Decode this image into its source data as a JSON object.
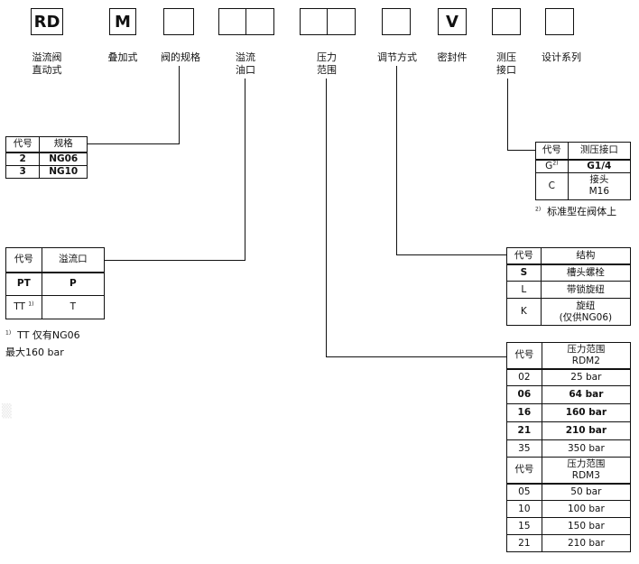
{
  "code_boxes": [
    {
      "text": "RD",
      "label": [
        "溢流阀",
        "直动式"
      ]
    },
    {
      "text": "M",
      "label": [
        "叠加式"
      ]
    },
    {
      "text": "",
      "label": [
        "阀的规格"
      ]
    },
    {
      "text": "",
      "label": [
        "溢流",
        "油口"
      ]
    },
    {
      "text": "",
      "label": [
        "压力",
        "范围"
      ]
    },
    {
      "text": "",
      "label": [
        "调节方式"
      ]
    },
    {
      "text": "V",
      "label": [
        "密封件"
      ]
    },
    {
      "text": "",
      "label": [
        "测压",
        "接口"
      ]
    },
    {
      "text": "",
      "label": [
        "设计系列"
      ]
    }
  ],
  "size_table": {
    "headers": [
      "代号",
      "规格"
    ],
    "rows": [
      [
        "2",
        "NG06"
      ],
      [
        "3",
        "NG10"
      ]
    ]
  },
  "port_table": {
    "headers": [
      "代号",
      "溢流口"
    ],
    "rows": [
      [
        "PT",
        "P"
      ],
      [
        "TT",
        "T"
      ]
    ],
    "row_note_mark": "1)"
  },
  "port_note": {
    "mark": "1)",
    "line1": "TT 仅有NG06",
    "line2": "最大160 bar"
  },
  "gauge_table": {
    "headers": [
      "代号",
      "测压接口"
    ],
    "rows": [
      {
        "code": "G",
        "code_mark": "2)",
        "value": "G1/4"
      },
      {
        "code": "C",
        "code_mark": "",
        "value_lines": [
          "接头",
          "M16"
        ]
      }
    ]
  },
  "gauge_note": {
    "mark": "2)",
    "text": "标准型在阀体上"
  },
  "adjust_table": {
    "headers": [
      "代号",
      "结构"
    ],
    "rows": [
      {
        "code": "S",
        "value": "槽头螺栓",
        "bold": true
      },
      {
        "code": "L",
        "value": "带锁旋纽"
      },
      {
        "code": "K",
        "value_lines": [
          "旋纽",
          "(仅供NG06)"
        ]
      }
    ]
  },
  "pressure_table": {
    "rdm2_header": {
      "code": "代号",
      "title_lines": [
        "压力范围",
        "RDM2"
      ]
    },
    "rdm2_rows": [
      {
        "code": "02",
        "value": "25 bar",
        "bold": false
      },
      {
        "code": "06",
        "value": "64 bar",
        "bold": true
      },
      {
        "code": "16",
        "value": "160 bar",
        "bold": true
      },
      {
        "code": "21",
        "value": "210 bar",
        "bold": true
      },
      {
        "code": "35",
        "value": "350 bar",
        "bold": false
      }
    ],
    "rdm3_header": {
      "code": "代号",
      "title_lines": [
        "压力范围",
        "RDM3"
      ]
    },
    "rdm3_rows": [
      {
        "code": "05",
        "value": "50 bar"
      },
      {
        "code": "10",
        "value": "100 bar"
      },
      {
        "code": "15",
        "value": "150 bar"
      },
      {
        "code": "21",
        "value": "210 bar"
      }
    ]
  }
}
